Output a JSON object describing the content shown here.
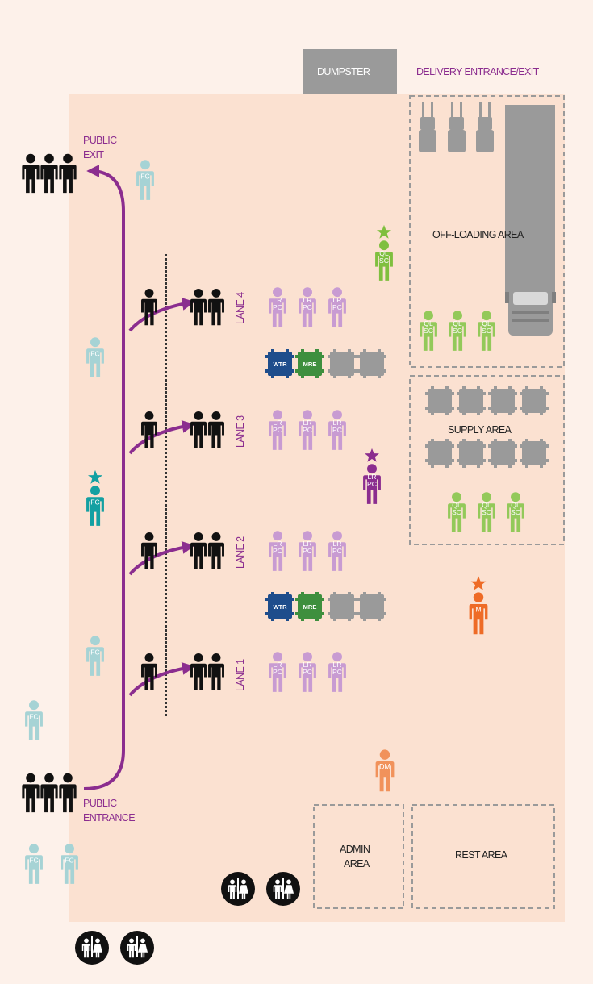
{
  "labels": {
    "dumpster": "DUMPSTER",
    "delivery": "DELIVERY ENTRANCE/EXIT",
    "public_exit_1": "PUBLIC",
    "public_exit_2": "EXIT",
    "public_entrance_1": "PUBLIC",
    "public_entrance_2": "ENTRANCE",
    "offloading": "OFF-LOADING AREA",
    "supply": "SUPPLY AREA",
    "admin_1": "ADMIN",
    "admin_2": "AREA",
    "rest": "REST AREA"
  },
  "lanes": [
    "LANE 4",
    "LANE 3",
    "LANE 2",
    "LANE 1"
  ],
  "roles": {
    "fc": "FC",
    "lr": "LR",
    "pc": "PC",
    "ql": "QL",
    "sc": "SC",
    "m": "M",
    "dm": "DM"
  },
  "crates": {
    "wtr": "WTR",
    "mre": "MRE"
  },
  "colors": {
    "background": "#fdf1ea",
    "floor": "#fbe1d1",
    "public_figure": "#111111",
    "food_crew": "#a6d3d5",
    "food_crew_lead": "#13a0a2",
    "lane_role": "#c89bd2",
    "lane_lead": "#8b2d8f",
    "quality_crew": "#93c95a",
    "quality_lead": "#7fbf3f",
    "manager": "#ee6b26",
    "deputy_manager": "#f1925b",
    "water_crate": "#1e4d8c",
    "mre_crate": "#3e8f3e",
    "empty_crate": "#9a9a9a",
    "dumpster": "#9a9a9a",
    "path": "#8b2d8f"
  }
}
